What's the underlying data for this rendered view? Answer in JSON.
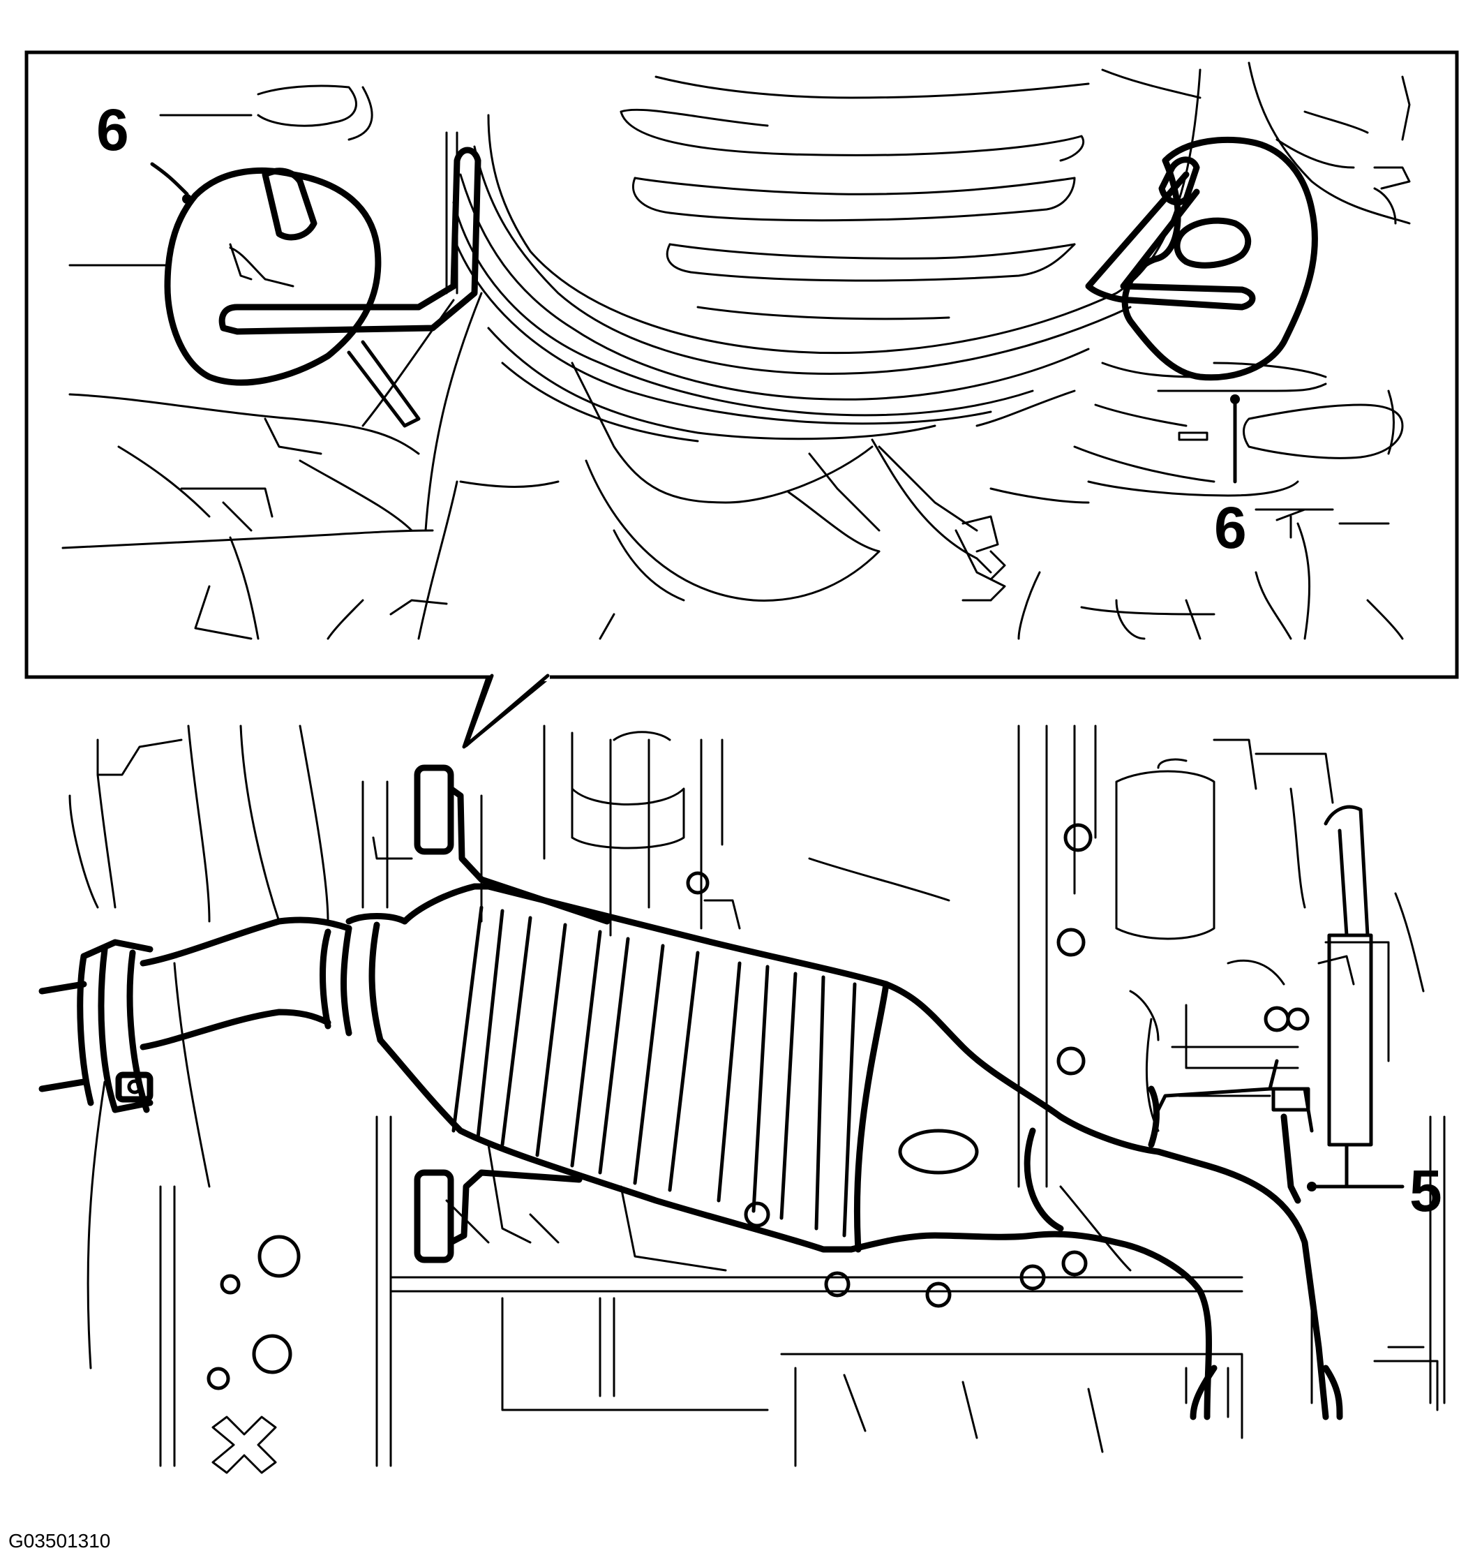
{
  "figure": {
    "id_label": "G03501310",
    "callouts": [
      {
        "key": "upper_left",
        "label": "6",
        "refers_to": "rubber-hanger-left"
      },
      {
        "key": "upper_right",
        "label": "6",
        "refers_to": "rubber-hanger-right"
      },
      {
        "key": "lower_right",
        "label": "5",
        "refers_to": "catalytic-converter"
      }
    ]
  }
}
